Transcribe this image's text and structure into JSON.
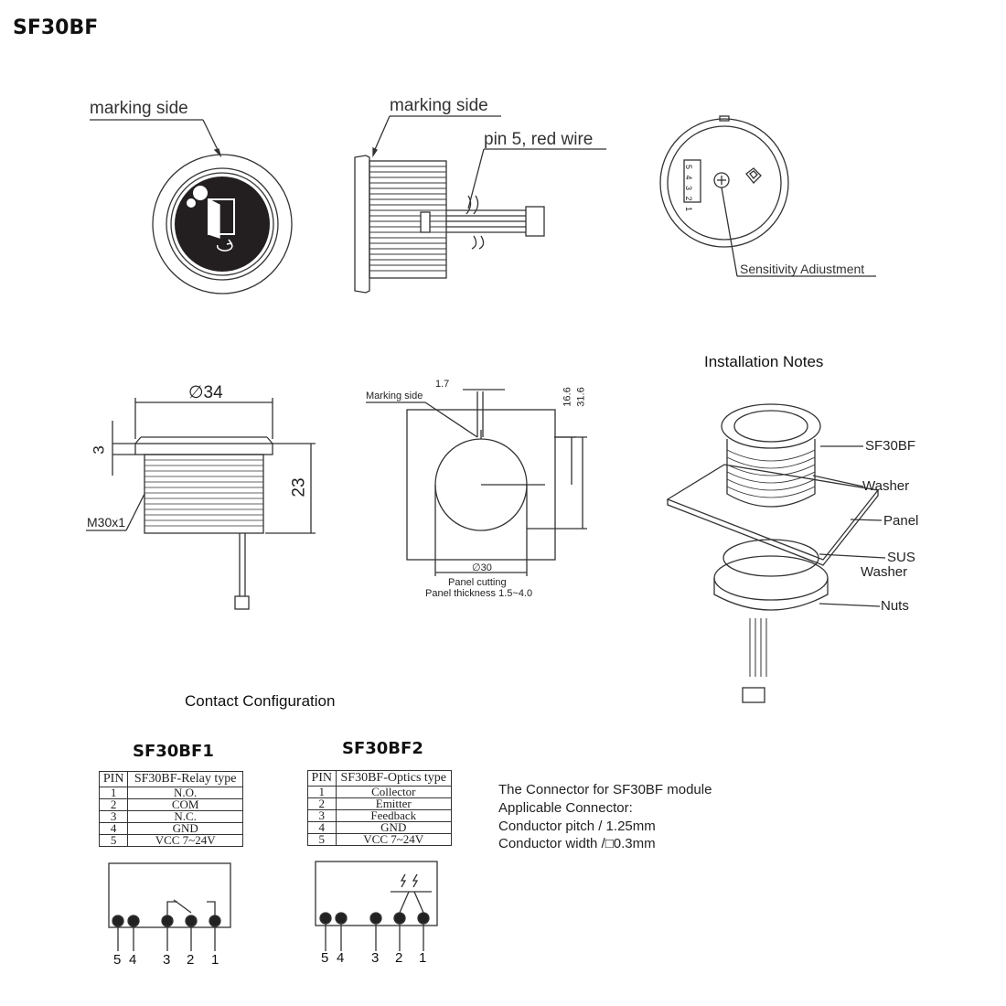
{
  "title": "SF30BF",
  "views": {
    "marking_side_front": "marking side",
    "marking_side_side": "marking side",
    "pin5_label": "pin 5, red wire",
    "sensitivity": "Sensitivity Adiustment",
    "back_pin_numbers": "5 4 3 2 1"
  },
  "dimensions": {
    "diameter": "∅34",
    "flange_height": "3",
    "body_height": "23",
    "thread": "M30x1"
  },
  "panel_cutting": {
    "marking_side": "Marking side",
    "offset": "1.7",
    "dim_a": "16.6",
    "dim_b": "31.6",
    "diameter": "∅30",
    "caption": "Panel cutting",
    "thickness": "Panel thickness 1.5~4.0"
  },
  "installation": {
    "heading": "Installation Notes",
    "labels": [
      "SF30BF",
      "Washer",
      "Panel",
      "SUS",
      "Washer",
      "Nuts"
    ]
  },
  "contact": {
    "heading": "Contact Configuration",
    "relay": {
      "name": "SF30BF1",
      "columns": [
        "PIN",
        "SF30BF-Relay type"
      ],
      "rows": [
        [
          "1",
          "N.O."
        ],
        [
          "2",
          "COM"
        ],
        [
          "3",
          "N.C."
        ],
        [
          "4",
          "GND"
        ],
        [
          "5",
          "VCC  7~24V"
        ]
      ],
      "pin_labels": [
        "5",
        "4",
        "3",
        "2",
        "1"
      ]
    },
    "optics": {
      "name": "SF30BF2",
      "columns": [
        "PIN",
        "SF30BF-Optics type"
      ],
      "rows": [
        [
          "1",
          "Collector"
        ],
        [
          "2",
          "Emitter"
        ],
        [
          "3",
          "Feedback"
        ],
        [
          "4",
          "GND"
        ],
        [
          "5",
          "VCC  7~24V"
        ]
      ],
      "pin_labels": [
        "5",
        "4",
        "3",
        "2",
        "1"
      ]
    }
  },
  "connector_notes": [
    "The Connector for SF30BF module",
    "Applicable Connector:",
    "Conductor pitch / 1.25mm",
    "Conductor width /□0.3mm"
  ]
}
